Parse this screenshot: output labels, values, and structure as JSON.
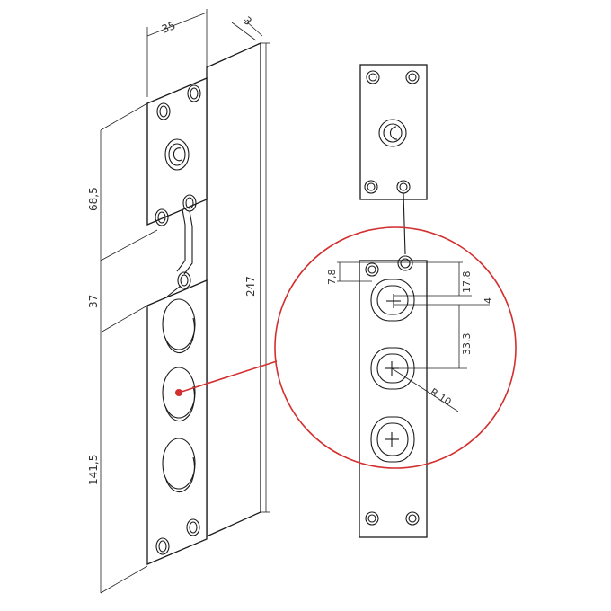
{
  "figure": {
    "left_view": {
      "width_label": "35",
      "thickness_label": "3",
      "upper_plate_label": "68,5",
      "gap_label": "37",
      "lower_plate_label": "141,5",
      "total_length_label": "247"
    },
    "detail_view": {
      "offset_label": "7,8",
      "top_to_hole_label": "17,8",
      "hole_offset_label": "4",
      "hole_pitch_label": "33,3",
      "radius_label": "R 10"
    },
    "callout_color": "#d32f2f"
  }
}
